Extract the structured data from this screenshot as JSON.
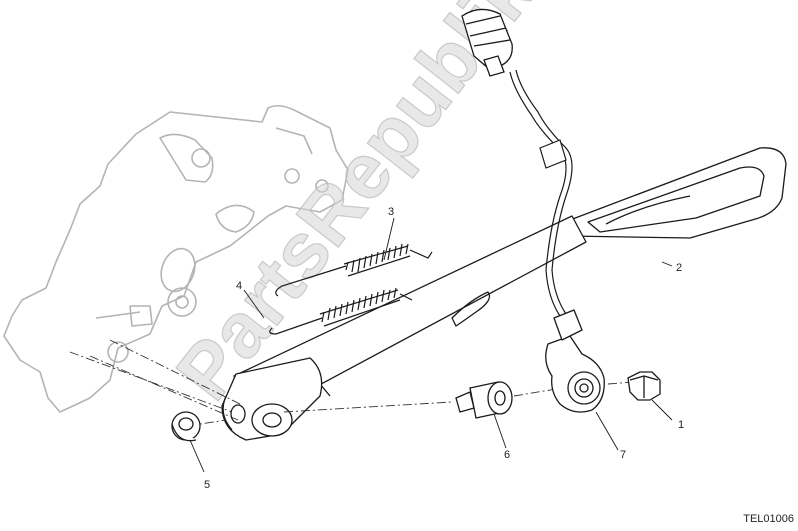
{
  "diagram": {
    "watermark": "PartsRepublik",
    "drawing_code": "TEL01006",
    "callouts": [
      {
        "id": "1",
        "text": "1"
      },
      {
        "id": "2",
        "text": "2"
      },
      {
        "id": "3",
        "text": "3"
      },
      {
        "id": "4",
        "text": "4"
      },
      {
        "id": "5",
        "text": "5"
      },
      {
        "id": "6",
        "text": "6"
      },
      {
        "id": "7",
        "text": "7"
      }
    ],
    "parts": [
      {
        "id": "frame",
        "icon": "frame-bracket-icon"
      },
      {
        "id": "bolt",
        "icon": "bolt-icon"
      },
      {
        "id": "side-stand",
        "icon": "side-stand-icon"
      },
      {
        "id": "spring-1",
        "icon": "spring-icon"
      },
      {
        "id": "spring-2",
        "icon": "spring-icon"
      },
      {
        "id": "nut",
        "icon": "nut-icon"
      },
      {
        "id": "pin",
        "icon": "pin-icon"
      },
      {
        "id": "switch",
        "icon": "sensor-switch-icon"
      },
      {
        "id": "connector",
        "icon": "connector-icon"
      }
    ],
    "colors": {
      "line": "#1a1a1a",
      "ghost": "#b4b4b4",
      "watermark": "#d6d6d6"
    }
  }
}
